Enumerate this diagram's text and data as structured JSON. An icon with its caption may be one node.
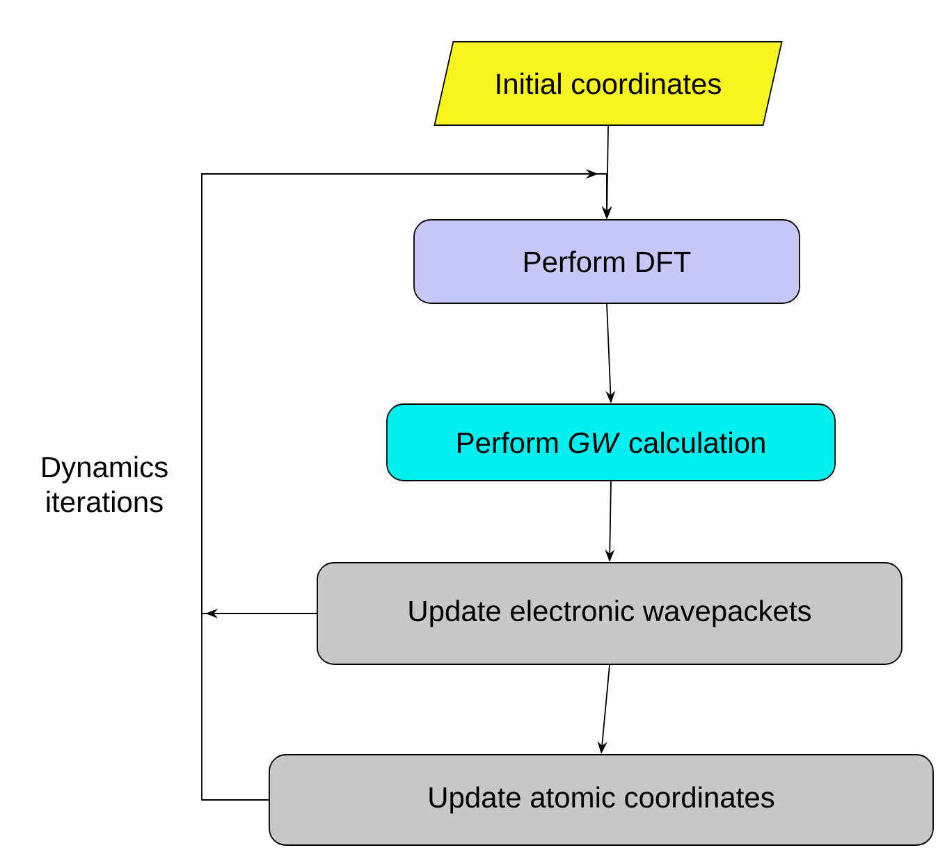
{
  "diagram": {
    "nodes": [
      {
        "text": [
          "Initial coordinates"
        ]
      },
      {
        "text": [
          "Perform DFT"
        ]
      },
      {
        "text": [
          "Perform *GW* calculation"
        ]
      },
      {
        "text": [
          "Update electronic wavepackets"
        ]
      },
      {
        "text": [
          "Update atomic coordinates"
        ]
      }
    ],
    "edges": [
      {
        "from": 0,
        "to": 1,
        "arrow": "to"
      },
      {
        "from": 1,
        "to": 2,
        "arrow": "to"
      },
      {
        "from": 2,
        "to": 3,
        "arrow": "to"
      },
      {
        "from": 3,
        "to": 4,
        "arrow": "to"
      },
      {
        "from": 3,
        "to": 1,
        "arrow": "to"
      },
      {
        "from": 4,
        "to": 1,
        "arrow": "to"
      }
    ],
    "labels": [
      "Dynamics iterations"
    ]
  }
}
